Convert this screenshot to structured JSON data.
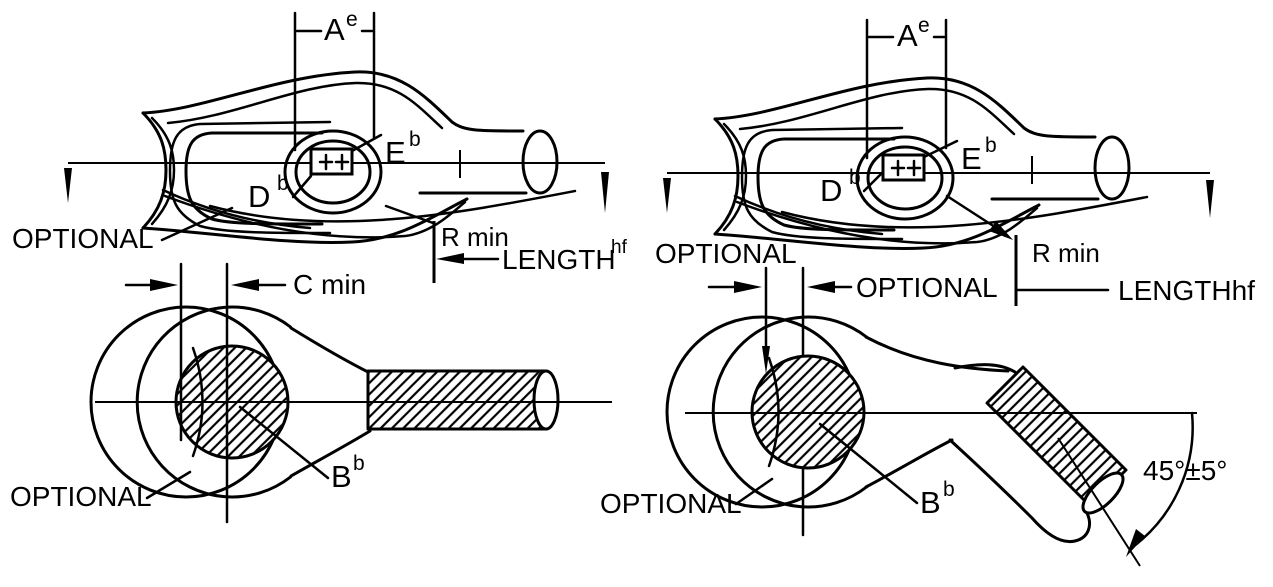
{
  "colors": {
    "line": "#000000",
    "background": "#ffffff"
  },
  "left_diagram": {
    "top_view": {
      "dim_a_base": "A",
      "dim_a_sup": "e",
      "dim_d_base": "D",
      "dim_d_sup": "b",
      "dim_e_base": "E",
      "dim_e_sup": "b",
      "optional_label": "OPTIONAL",
      "r_min_label": "R min",
      "length_base": "LENGTH",
      "length_sup": "hf"
    },
    "bottom_view": {
      "c_min_label": "C min",
      "dim_b_base": "B",
      "dim_b_sup": "b",
      "optional_label": "OPTIONAL"
    }
  },
  "right_diagram": {
    "top_view": {
      "dim_a_base": "A",
      "dim_a_sup": "e",
      "dim_d_base": "D",
      "dim_d_sup": "b",
      "dim_e_base": "E",
      "dim_e_sup": "b",
      "optional_label": "OPTIONAL",
      "optional_offset_label": "OPTIONAL",
      "r_min_label": "R min",
      "length_label": "LENGTHhf"
    },
    "bottom_view": {
      "dim_b_base": "B",
      "dim_b_sup": "b",
      "optional_label": "OPTIONAL",
      "angle_label": "45°±5°"
    }
  }
}
